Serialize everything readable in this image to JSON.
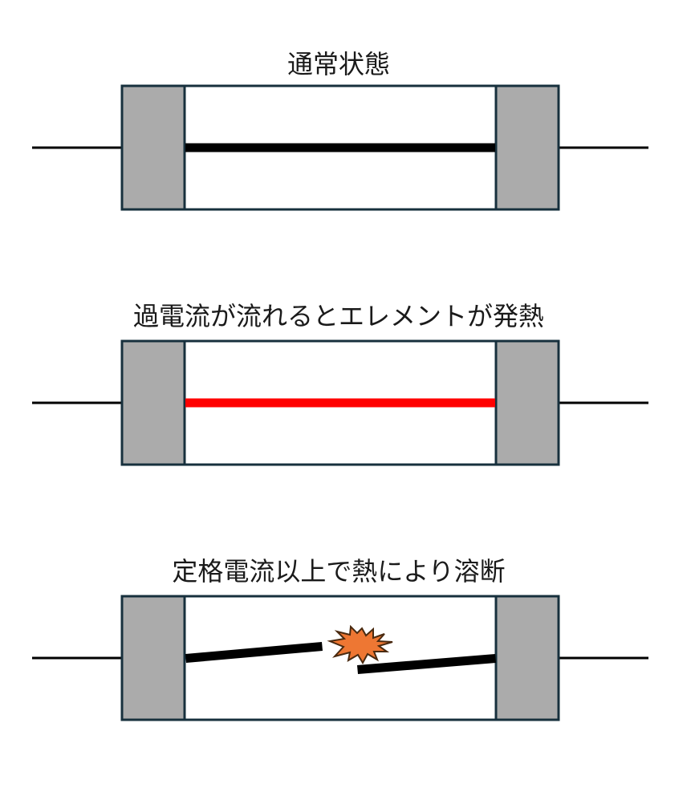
{
  "stages": [
    {
      "title": "通常状態",
      "state": "normal"
    },
    {
      "title": "過電流が流れるとエレメントが発熱",
      "state": "heating"
    },
    {
      "title": "定格電流以上で熱により溶断",
      "state": "blown"
    }
  ],
  "colors": {
    "background": "#ffffff",
    "outline": "#17303d",
    "end_cap": "#ababab",
    "lead_wire": "#000000",
    "element_normal": "#000000",
    "element_heating": "#ff0000",
    "spark_fill": "#ee7733",
    "spark_stroke": "#4a2a10"
  },
  "icons": {
    "spark": "explosion-icon"
  }
}
